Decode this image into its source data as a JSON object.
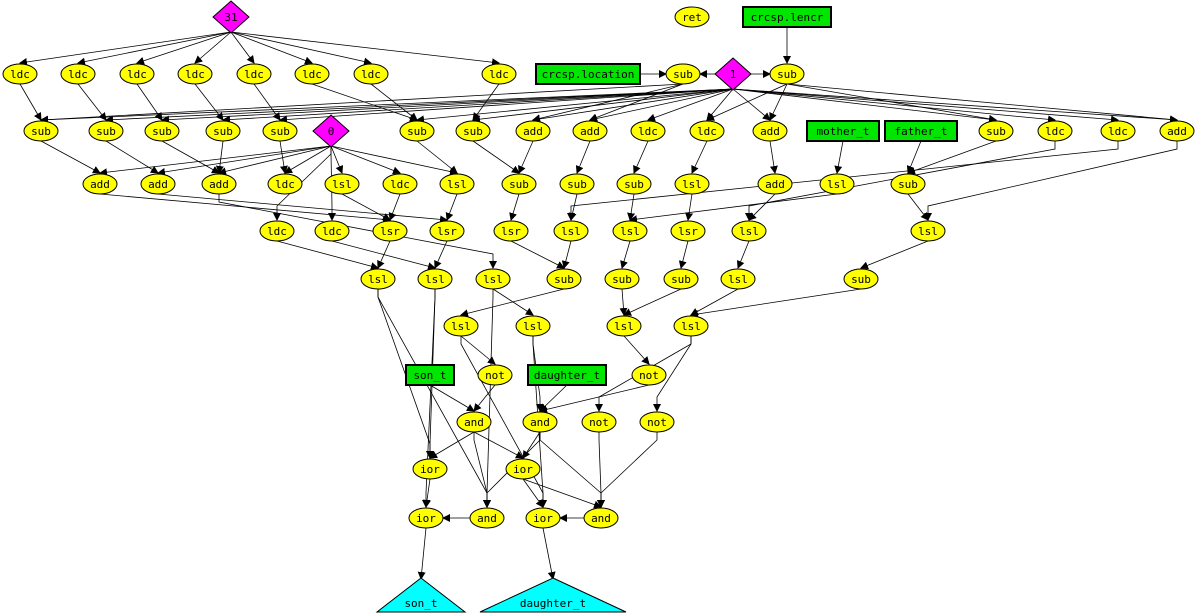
{
  "colors": {
    "op": "#ffff00",
    "const": "#ff00ff",
    "input": "#00e600",
    "output": "#00ffff",
    "stroke": "#000000"
  },
  "nodes": {
    "k31": {
      "label": "31",
      "kind": "const"
    },
    "ret": {
      "label": "ret",
      "kind": "op"
    },
    "lencr": {
      "label": "crcsp.lencr",
      "kind": "input"
    },
    "ldcA1": {
      "label": "ldc",
      "kind": "op"
    },
    "ldcA2": {
      "label": "ldc",
      "kind": "op"
    },
    "ldcA3": {
      "label": "ldc",
      "kind": "op"
    },
    "ldcA4": {
      "label": "ldc",
      "kind": "op"
    },
    "ldcA5": {
      "label": "ldc",
      "kind": "op"
    },
    "ldcA6": {
      "label": "ldc",
      "kind": "op"
    },
    "ldcA7": {
      "label": "ldc",
      "kind": "op"
    },
    "ldcA8": {
      "label": "ldc",
      "kind": "op"
    },
    "location": {
      "label": "crcsp.location",
      "kind": "input"
    },
    "subL": {
      "label": "sub",
      "kind": "op"
    },
    "k1": {
      "label": "1",
      "kind": "const"
    },
    "subR": {
      "label": "sub",
      "kind": "op"
    },
    "r2a": {
      "label": "sub",
      "kind": "op"
    },
    "r2b": {
      "label": "sub",
      "kind": "op"
    },
    "r2c": {
      "label": "sub",
      "kind": "op"
    },
    "r2d": {
      "label": "sub",
      "kind": "op"
    },
    "r2e": {
      "label": "sub",
      "kind": "op"
    },
    "k0": {
      "label": "0",
      "kind": "const"
    },
    "r2f": {
      "label": "sub",
      "kind": "op"
    },
    "r2g": {
      "label": "sub",
      "kind": "op"
    },
    "r2h": {
      "label": "add",
      "kind": "op"
    },
    "r2i": {
      "label": "add",
      "kind": "op"
    },
    "r2j": {
      "label": "ldc",
      "kind": "op"
    },
    "r2k": {
      "label": "ldc",
      "kind": "op"
    },
    "r2l": {
      "label": "add",
      "kind": "op"
    },
    "mother": {
      "label": "mother_t",
      "kind": "input"
    },
    "father": {
      "label": "father_t",
      "kind": "input"
    },
    "r2m": {
      "label": "sub",
      "kind": "op"
    },
    "r2n": {
      "label": "ldc",
      "kind": "op"
    },
    "r2o": {
      "label": "ldc",
      "kind": "op"
    },
    "r2p": {
      "label": "add",
      "kind": "op"
    },
    "r3a": {
      "label": "add",
      "kind": "op"
    },
    "r3b": {
      "label": "add",
      "kind": "op"
    },
    "r3c": {
      "label": "add",
      "kind": "op"
    },
    "r3d": {
      "label": "ldc",
      "kind": "op"
    },
    "r3e": {
      "label": "lsl",
      "kind": "op"
    },
    "r3f": {
      "label": "ldc",
      "kind": "op"
    },
    "r3g": {
      "label": "lsl",
      "kind": "op"
    },
    "r3h": {
      "label": "sub",
      "kind": "op"
    },
    "r3i": {
      "label": "sub",
      "kind": "op"
    },
    "r3j": {
      "label": "sub",
      "kind": "op"
    },
    "r3k": {
      "label": "lsl",
      "kind": "op"
    },
    "r3l": {
      "label": "add",
      "kind": "op"
    },
    "r3m": {
      "label": "lsl",
      "kind": "op"
    },
    "r3n": {
      "label": "sub",
      "kind": "op"
    },
    "r4a": {
      "label": "ldc",
      "kind": "op"
    },
    "r4b": {
      "label": "ldc",
      "kind": "op"
    },
    "r4c": {
      "label": "lsr",
      "kind": "op"
    },
    "r4d": {
      "label": "lsr",
      "kind": "op"
    },
    "r4e": {
      "label": "lsr",
      "kind": "op"
    },
    "r4f": {
      "label": "lsl",
      "kind": "op"
    },
    "r4g": {
      "label": "lsl",
      "kind": "op"
    },
    "r4h": {
      "label": "lsr",
      "kind": "op"
    },
    "r4i": {
      "label": "lsl",
      "kind": "op"
    },
    "r4j": {
      "label": "lsl",
      "kind": "op"
    },
    "r5a": {
      "label": "lsl",
      "kind": "op"
    },
    "r5b": {
      "label": "lsl",
      "kind": "op"
    },
    "r5c": {
      "label": "lsl",
      "kind": "op"
    },
    "r5d": {
      "label": "sub",
      "kind": "op"
    },
    "r5e": {
      "label": "sub",
      "kind": "op"
    },
    "r5f": {
      "label": "sub",
      "kind": "op"
    },
    "r5g": {
      "label": "lsl",
      "kind": "op"
    },
    "r5h": {
      "label": "sub",
      "kind": "op"
    },
    "r6a": {
      "label": "lsl",
      "kind": "op"
    },
    "r6b": {
      "label": "lsl",
      "kind": "op"
    },
    "r6c": {
      "label": "lsl",
      "kind": "op"
    },
    "r6d": {
      "label": "lsl",
      "kind": "op"
    },
    "son": {
      "label": "son_t",
      "kind": "input"
    },
    "notA": {
      "label": "not",
      "kind": "op"
    },
    "daughter": {
      "label": "daughter_t",
      "kind": "input"
    },
    "notB": {
      "label": "not",
      "kind": "op"
    },
    "andA": {
      "label": "and",
      "kind": "op"
    },
    "andB": {
      "label": "and",
      "kind": "op"
    },
    "notC": {
      "label": "not",
      "kind": "op"
    },
    "notD": {
      "label": "not",
      "kind": "op"
    },
    "iorA": {
      "label": "ior",
      "kind": "op"
    },
    "iorB": {
      "label": "ior",
      "kind": "op"
    },
    "iorC": {
      "label": "ior",
      "kind": "op"
    },
    "andC": {
      "label": "and",
      "kind": "op"
    },
    "iorD": {
      "label": "ior",
      "kind": "op"
    },
    "andD": {
      "label": "and",
      "kind": "op"
    },
    "outSon": {
      "label": "son_t",
      "kind": "output"
    },
    "outDaughter": {
      "label": "daughter_t",
      "kind": "output"
    }
  }
}
